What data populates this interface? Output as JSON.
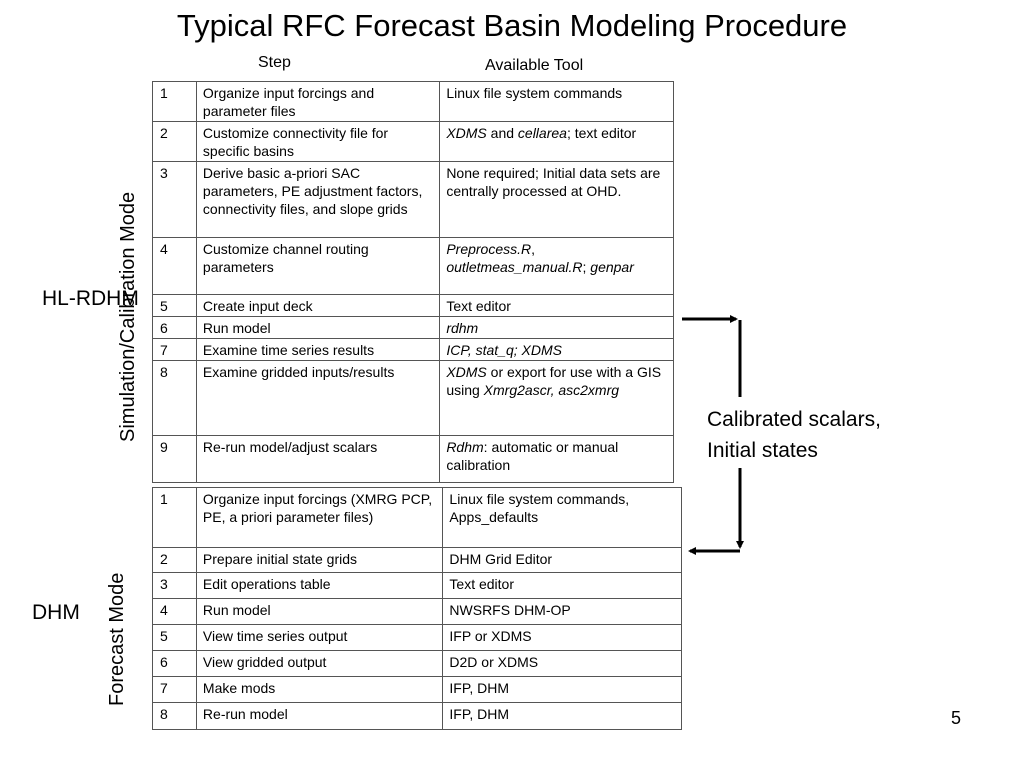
{
  "title": "Typical RFC Forecast Basin Modeling Procedure",
  "headers": {
    "step": "Step",
    "tool": "Available Tool"
  },
  "calibration": {
    "side_label": "HL-RDHM",
    "mode_label": "Simulation/Calibration Mode",
    "rows": [
      {
        "n": "1",
        "step": "Organize input forcings and parameter files",
        "tool": [
          {
            "t": "Linux file system commands"
          }
        ]
      },
      {
        "n": "2",
        "step": "Customize connectivity file for specific basins",
        "tool": [
          {
            "t": "XDMS",
            "i": true
          },
          {
            "t": " and "
          },
          {
            "t": "cellarea",
            "i": true
          },
          {
            "t": "; text editor"
          }
        ]
      },
      {
        "n": "3",
        "step": "Derive basic a-priori SAC parameters, PE adjustment factors, connectivity files, and slope grids",
        "tool": [
          {
            "t": "None required; Initial data sets are centrally processed at OHD."
          }
        ]
      },
      {
        "n": "4",
        "step": "Customize channel routing parameters",
        "tool": [
          {
            "t": "Preprocess.R",
            "i": true
          },
          {
            "t": ", "
          },
          {
            "t": "outletmeas_manual.R",
            "i": true
          },
          {
            "t": "; "
          },
          {
            "t": "genpar",
            "i": true
          }
        ]
      },
      {
        "n": "5",
        "step": "Create input deck",
        "tool": [
          {
            "t": "Text editor"
          }
        ]
      },
      {
        "n": "6",
        "step": "Run model",
        "tool": [
          {
            "t": "rdhm",
            "i": true
          }
        ]
      },
      {
        "n": "7",
        "step": "Examine time series results",
        "tool": [
          {
            "t": "ICP, stat_q; XDMS",
            "i": true
          }
        ]
      },
      {
        "n": "8",
        "step": "Examine gridded inputs/results",
        "tool": [
          {
            "t": "XDMS",
            "i": true
          },
          {
            "t": " or export for use with a GIS using "
          },
          {
            "t": "Xmrg2ascr, asc2xmrg",
            "i": true
          }
        ]
      },
      {
        "n": "9",
        "step": "Re-run model/adjust scalars",
        "tool": [
          {
            "t": "Rdhm",
            "i": true
          },
          {
            "t": ":  automatic or manual calibration"
          }
        ]
      }
    ]
  },
  "forecast": {
    "side_label": "DHM",
    "mode_label": "Forecast Mode",
    "rows": [
      {
        "n": "1",
        "step": "Organize input forcings (XMRG PCP, PE, a priori parameter files)",
        "tool": "Linux file system commands, Apps_defaults"
      },
      {
        "n": "2",
        "step": "Prepare initial state grids",
        "tool": "DHM Grid Editor"
      },
      {
        "n": "3",
        "step": "Edit operations table",
        "tool": "Text editor"
      },
      {
        "n": "4",
        "step": "Run model",
        "tool": "NWSRFS DHM-OP"
      },
      {
        "n": "5",
        "step": "View time series output",
        "tool": "IFP or XDMS"
      },
      {
        "n": "6",
        "step": "View gridded output",
        "tool": "D2D or XDMS"
      },
      {
        "n": "7",
        "step": "Make mods",
        "tool": "IFP, DHM"
      },
      {
        "n": "8",
        "step": "Re-run model",
        "tool": "IFP, DHM"
      }
    ]
  },
  "note": {
    "line1": "Calibrated scalars,",
    "line2": "Initial states"
  },
  "page_number": "5"
}
